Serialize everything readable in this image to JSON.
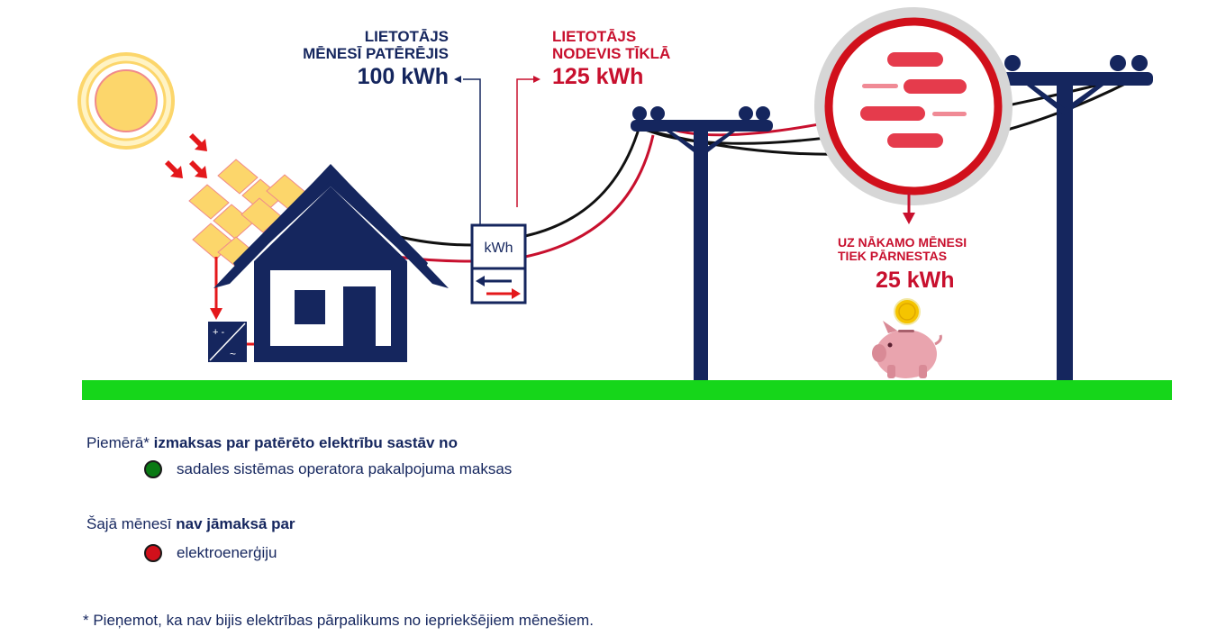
{
  "consumed": {
    "label_line1": "LIETOTĀJS",
    "label_line2": "MĒNESĪ PATĒRĒJIS",
    "value": "100 kWh"
  },
  "delivered": {
    "label_line1": "LIETOTĀJS",
    "label_line2": "NODEVIS TĪKLĀ",
    "value": "125 kWh"
  },
  "transfer": {
    "label_line1": "UZ NĀKAMO MĒNESI",
    "label_line2": "TIEK PĀRNESTAS",
    "value": "25 kWh"
  },
  "meter": {
    "unit": "kWh"
  },
  "inverter": {
    "symbol_dc": "+ -",
    "symbol_ac": "~"
  },
  "legend": {
    "costs": {
      "prefix": "Piemērā* ",
      "bold": "izmaksas par patērēto elektrību sastāv no",
      "item": "sadales sistēmas operatora pakalpojuma maksas",
      "item_color": "#0a7a14"
    },
    "not_pay": {
      "prefix": "Šajā mēnesī ",
      "bold": "nav jāmaksā par",
      "item": "elektroenerģiju",
      "item_color": "#d1101b"
    }
  },
  "footnote": "* Pieņemot, ka nav bijis elektrības pārpalikums no iepriekšējiem mēnešiem.",
  "colors": {
    "navy": "#15265e",
    "red": "#c8102e",
    "grass": "#16d61a",
    "sun": "#fcd66b",
    "piggy": "#e9a4ae",
    "coin": "#f5c400"
  }
}
